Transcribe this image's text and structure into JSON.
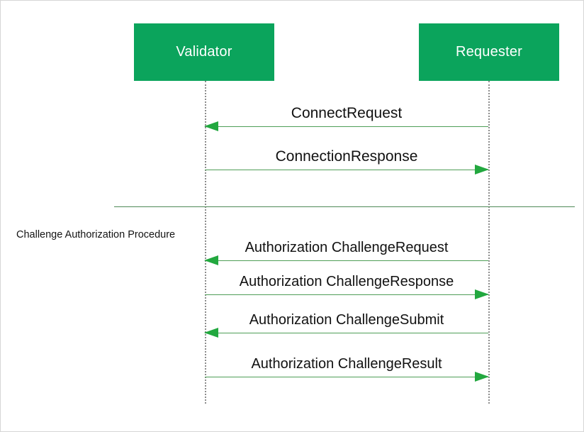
{
  "diagram": {
    "type": "sequence-diagram",
    "title": "",
    "colors": {
      "participant_fill": "#0BA45C",
      "participant_text": "#FFFFFF",
      "arrow_line": "#4F9E57",
      "arrow_head": "#22A83F",
      "lifeline": "#8D8D8D",
      "fragment_line": "#4F8A57",
      "canvas_background": "#FFFFFF",
      "canvas_border": "#D6D6D6"
    },
    "participants": [
      {
        "id": "validator",
        "label": "Validator"
      },
      {
        "id": "requester",
        "label": "Requester"
      }
    ],
    "fragment": {
      "label": "Challenge Authorization Procedure"
    },
    "messages": [
      {
        "index": 1,
        "label": "ConnectRequest",
        "from": "requester",
        "to": "validator",
        "direction": "left"
      },
      {
        "index": 2,
        "label": "ConnectionResponse",
        "from": "validator",
        "to": "requester",
        "direction": "right"
      },
      {
        "index": 3,
        "label": "Authorization ChallengeRequest",
        "from": "requester",
        "to": "validator",
        "direction": "left"
      },
      {
        "index": 4,
        "label": "Authorization ChallengeResponse",
        "from": "validator",
        "to": "requester",
        "direction": "right"
      },
      {
        "index": 5,
        "label": "Authorization ChallengeSubmit",
        "from": "requester",
        "to": "validator",
        "direction": "left"
      },
      {
        "index": 6,
        "label": "Authorization ChallengeResult",
        "from": "validator",
        "to": "requester",
        "direction": "right"
      }
    ]
  }
}
